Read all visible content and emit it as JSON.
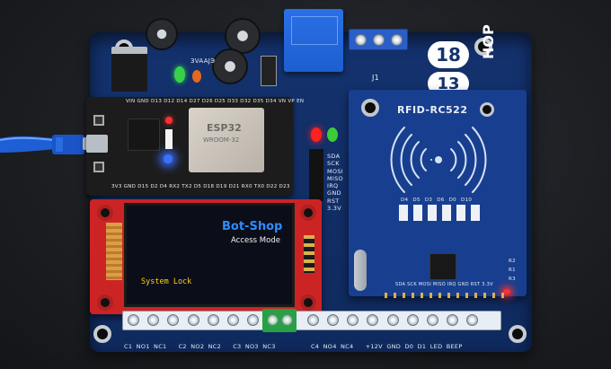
{
  "pcb_labels": {
    "logo_numbers": [
      "18",
      "13"
    ],
    "logo_text": "HOP",
    "j1": "J1",
    "top_mark": "ЗVAAJЭ"
  },
  "esp32": {
    "chip_brand": "ESP32",
    "chip_model": "WROOM-32",
    "pin_row_top": "VIN GND D13 D12 D14 D27 D26 D25 D33 D32 D35 D34 VN VP EN",
    "pin_row_bottom": "3V3 GND D15 D2 D4 RX2 TX2 D5 D18 D19 D21 RX0 TX0 D22 D23"
  },
  "rfid": {
    "title": "RFID-RC522",
    "pins_side": [
      "SDA",
      "SCK",
      "MOSI",
      "MISO",
      "IRQ",
      "GND",
      "RST",
      "3.3V"
    ],
    "pins_bottom": "SDA SCK MOSI MISO IRQ GND RST 3.3V",
    "header_labels": [
      "D4",
      "D5",
      "D3",
      "D6",
      "D0",
      "D10"
    ],
    "r_labels": [
      "R2",
      "R1",
      "R3"
    ]
  },
  "display": {
    "brand": "Bot-Shop",
    "mode": "Access Mode",
    "status": "System Lock"
  },
  "terminals": {
    "bottom_labels": [
      "C1",
      "NO1",
      "NC1",
      "C2",
      "NO2",
      "NC2",
      "C3",
      "NO3",
      "NC3",
      "C4",
      "NO4",
      "NC4",
      "+12V",
      "GND",
      "D0",
      "D1",
      "LED",
      "BEEP"
    ]
  },
  "colors": {
    "pcb": "#14326e",
    "rfid_board": "#183f8f",
    "tft_board": "#cc2424",
    "relay": "#1d5fd0",
    "lcd_brand": "#2d8cff",
    "lcd_status": "#ffd21a"
  }
}
